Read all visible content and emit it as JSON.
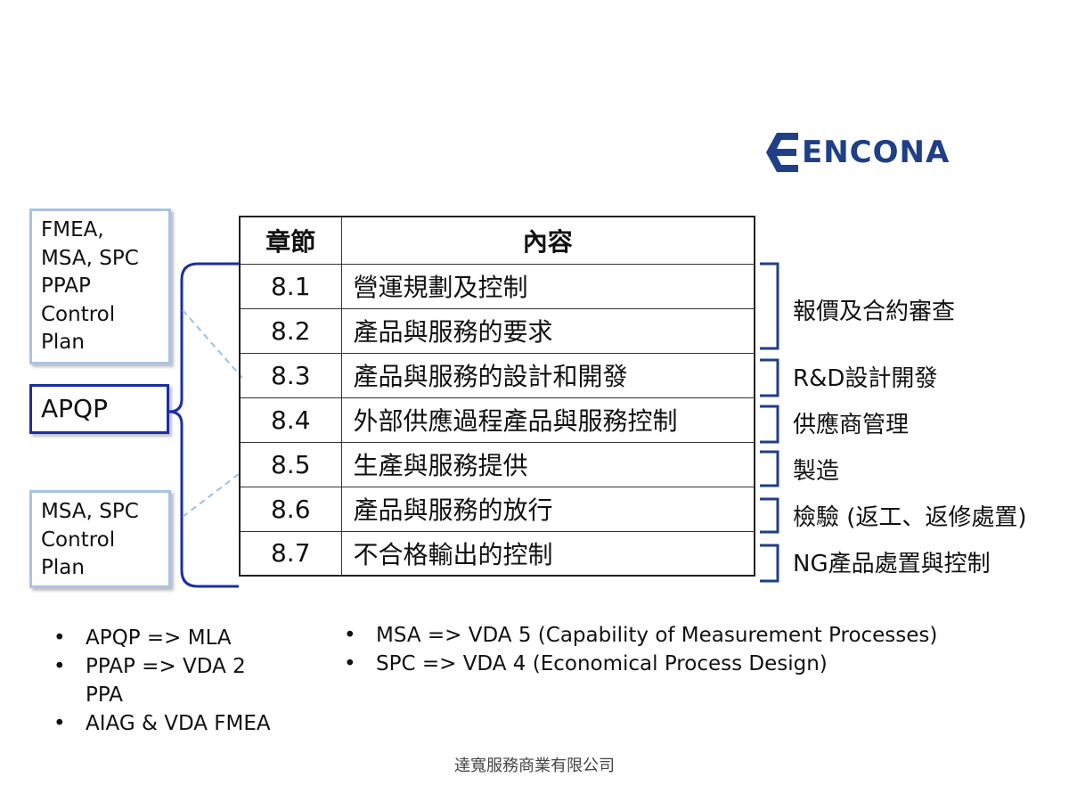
{
  "logo": {
    "text": "ENCONA"
  },
  "left_boxes": {
    "fmea_lines": [
      "FMEA,",
      "MSA, SPC",
      "PPAP",
      "Control",
      "Plan"
    ],
    "apqp": "APQP",
    "msa_lines": [
      "MSA, SPC",
      "Control",
      "Plan"
    ]
  },
  "table": {
    "headers": [
      "章節",
      "內容"
    ],
    "rows": [
      {
        "section": "8.1",
        "content": "營運規劃及控制"
      },
      {
        "section": "8.2",
        "content": "產品與服務的要求"
      },
      {
        "section": "8.3",
        "content": "產品與服務的設計和開發"
      },
      {
        "section": "8.4",
        "content": "外部供應過程產品與服務控制"
      },
      {
        "section": "8.5",
        "content": "生產與服務提供"
      },
      {
        "section": "8.6",
        "content": "產品與服務的放行"
      },
      {
        "section": "8.7",
        "content": "不合格輸出的控制"
      }
    ]
  },
  "right_labels": [
    "報價及合約審查",
    "R&D設計開發",
    "供應商管理",
    "製造",
    "檢驗 (返工、返修處置)",
    "NG產品處置與控制"
  ],
  "bullets_left": [
    "APQP => MLA",
    "PPAP => VDA 2",
    "PPA",
    "AIAG & VDA FMEA"
  ],
  "bullets_right": [
    "MSA => VDA 5 (Capability of Measurement Processes)",
    "SPC => VDA 4 (Economical Process Design)"
  ],
  "footer": "達寬服務商業有限公司",
  "colors": {
    "brand_blue": "#1f3f87",
    "apqp_border": "#1a2ea5",
    "box_border": "#a9c3e3",
    "bracket": "#1f3f87"
  }
}
